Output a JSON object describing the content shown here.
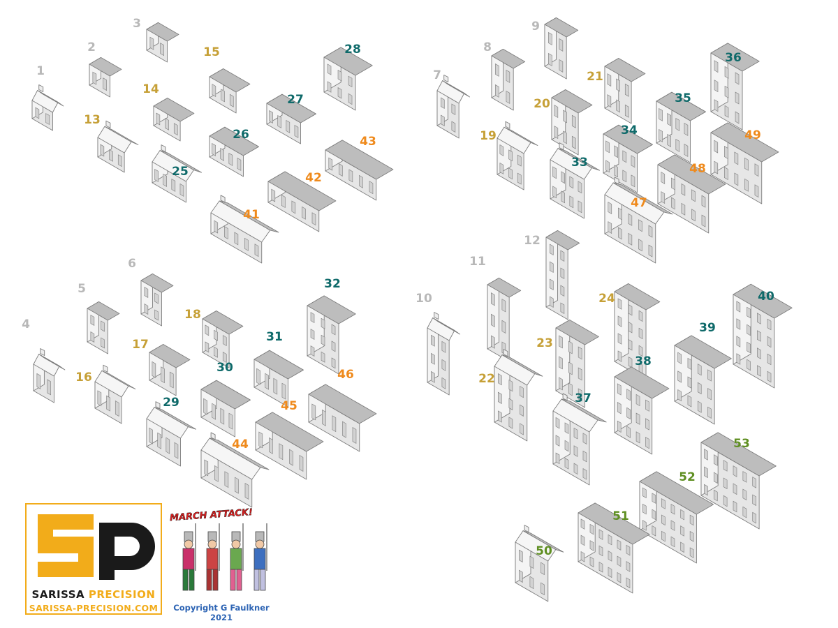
{
  "colors": {
    "grey_label": "#b8b8b8",
    "gold_label": "#c6a037",
    "teal_label": "#0f6a6a",
    "orange_label": "#ef8a1c",
    "green_label": "#5f8f22",
    "wall": "#ededed",
    "roof": "#bdbdbd",
    "edge": "#7d7d7d",
    "logo_gold": "#f2ac1a",
    "logo_black": "#1a1a1a",
    "march_red": "#d92020",
    "copyright_blue": "#2d64b4"
  },
  "buildings": [
    {
      "label": "1",
      "color": "grey"
    },
    {
      "label": "2",
      "color": "grey"
    },
    {
      "label": "3",
      "color": "grey"
    },
    {
      "label": "4",
      "color": "grey"
    },
    {
      "label": "5",
      "color": "grey"
    },
    {
      "label": "6",
      "color": "grey"
    },
    {
      "label": "7",
      "color": "grey"
    },
    {
      "label": "8",
      "color": "grey"
    },
    {
      "label": "9",
      "color": "grey"
    },
    {
      "label": "10",
      "color": "grey"
    },
    {
      "label": "11",
      "color": "grey"
    },
    {
      "label": "12",
      "color": "grey"
    },
    {
      "label": "13",
      "color": "gold"
    },
    {
      "label": "14",
      "color": "gold"
    },
    {
      "label": "15",
      "color": "gold"
    },
    {
      "label": "16",
      "color": "gold"
    },
    {
      "label": "17",
      "color": "gold"
    },
    {
      "label": "18",
      "color": "gold"
    },
    {
      "label": "19",
      "color": "gold"
    },
    {
      "label": "20",
      "color": "gold"
    },
    {
      "label": "21",
      "color": "gold"
    },
    {
      "label": "22",
      "color": "gold"
    },
    {
      "label": "23",
      "color": "gold"
    },
    {
      "label": "24",
      "color": "gold"
    },
    {
      "label": "25",
      "color": "teal"
    },
    {
      "label": "26",
      "color": "teal"
    },
    {
      "label": "27",
      "color": "teal"
    },
    {
      "label": "28",
      "color": "teal"
    },
    {
      "label": "29",
      "color": "teal"
    },
    {
      "label": "30",
      "color": "teal"
    },
    {
      "label": "31",
      "color": "teal"
    },
    {
      "label": "32",
      "color": "teal"
    },
    {
      "label": "33",
      "color": "teal"
    },
    {
      "label": "34",
      "color": "teal"
    },
    {
      "label": "35",
      "color": "teal"
    },
    {
      "label": "36",
      "color": "teal"
    },
    {
      "label": "37",
      "color": "teal"
    },
    {
      "label": "38",
      "color": "teal"
    },
    {
      "label": "39",
      "color": "teal"
    },
    {
      "label": "40",
      "color": "teal"
    },
    {
      "label": "41",
      "color": "orange"
    },
    {
      "label": "42",
      "color": "orange"
    },
    {
      "label": "43",
      "color": "orange"
    },
    {
      "label": "44",
      "color": "orange"
    },
    {
      "label": "45",
      "color": "orange"
    },
    {
      "label": "46",
      "color": "orange"
    },
    {
      "label": "47",
      "color": "orange"
    },
    {
      "label": "48",
      "color": "orange"
    },
    {
      "label": "49",
      "color": "orange"
    },
    {
      "label": "50",
      "color": "green"
    },
    {
      "label": "51",
      "color": "green"
    },
    {
      "label": "52",
      "color": "green"
    },
    {
      "label": "53",
      "color": "green"
    }
  ],
  "logo": {
    "monogram": "SP",
    "name_part1": "SARISSA",
    "name_part2": "PRECISION",
    "url": "SARISSA-PRECISION.COM"
  },
  "march_attack": {
    "title": "MARCH ATTACK!",
    "copyright": "Copyright G Faulkner 2021"
  }
}
